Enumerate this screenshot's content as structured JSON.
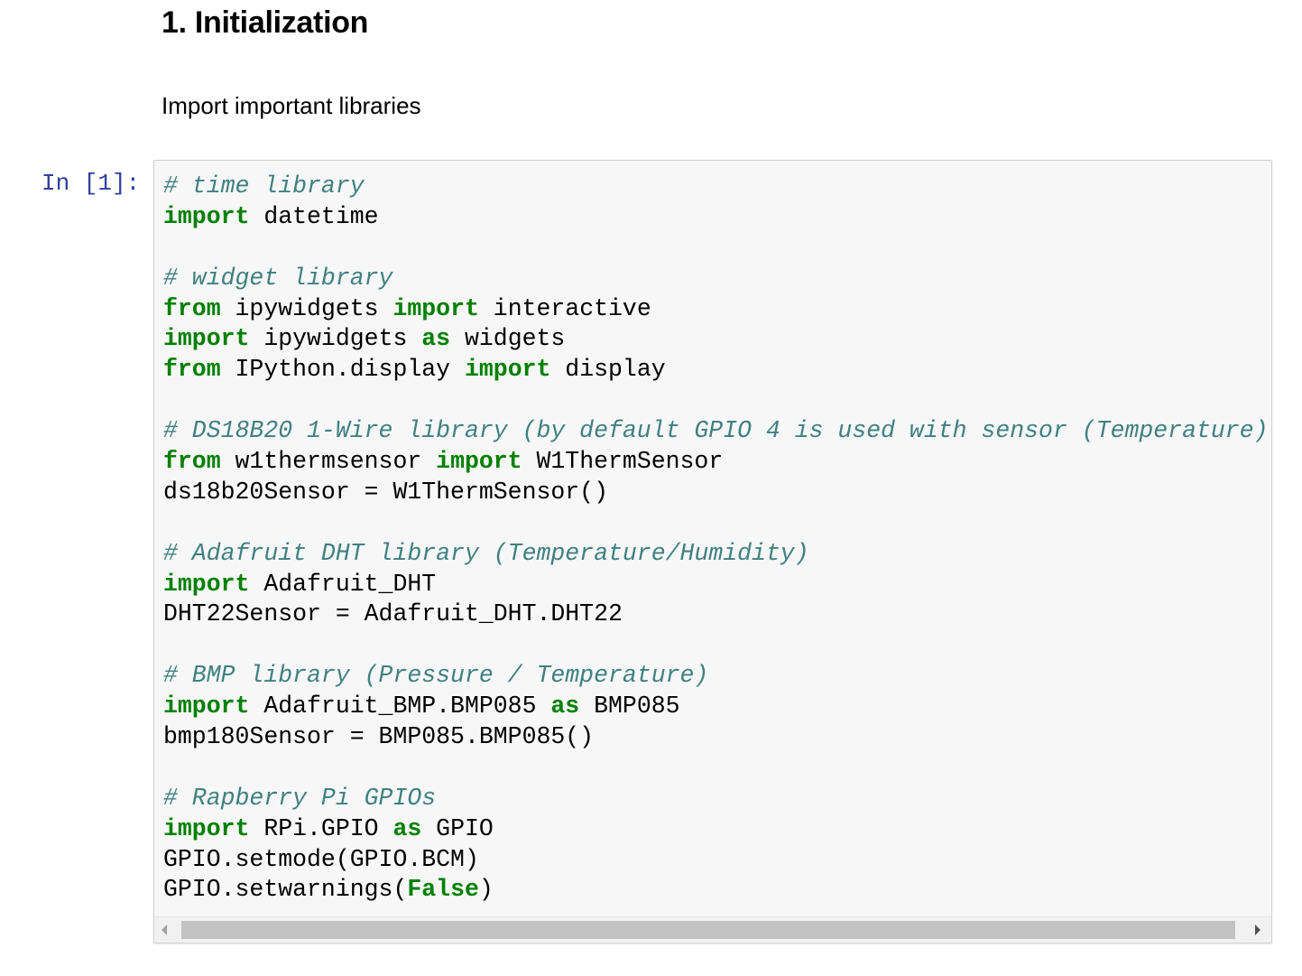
{
  "section": {
    "heading": "1. Initialization",
    "description": "Import important libraries"
  },
  "cell": {
    "prompt": "In [1]:",
    "colors": {
      "comment": "#408080",
      "keyword": "#008000",
      "prompt": "#303f9f",
      "background": "#f7f7f7"
    },
    "lines": [
      [
        {
          "t": "cm",
          "v": "# time library"
        }
      ],
      [
        {
          "t": "kw",
          "v": "import"
        },
        {
          "t": "n",
          "v": " datetime"
        }
      ],
      [],
      [
        {
          "t": "cm",
          "v": "# widget library"
        }
      ],
      [
        {
          "t": "kw",
          "v": "from"
        },
        {
          "t": "n",
          "v": " ipywidgets "
        },
        {
          "t": "kw",
          "v": "import"
        },
        {
          "t": "n",
          "v": " interactive"
        }
      ],
      [
        {
          "t": "kw",
          "v": "import"
        },
        {
          "t": "n",
          "v": " ipywidgets "
        },
        {
          "t": "kw",
          "v": "as"
        },
        {
          "t": "n",
          "v": " widgets"
        }
      ],
      [
        {
          "t": "kw",
          "v": "from"
        },
        {
          "t": "n",
          "v": " IPython.display "
        },
        {
          "t": "kw",
          "v": "import"
        },
        {
          "t": "n",
          "v": " display"
        }
      ],
      [],
      [
        {
          "t": "cm",
          "v": "# DS18B20 1-Wire library (by default GPIO 4 is used with sensor (Temperature)"
        }
      ],
      [
        {
          "t": "kw",
          "v": "from"
        },
        {
          "t": "n",
          "v": " w1thermsensor "
        },
        {
          "t": "kw",
          "v": "import"
        },
        {
          "t": "n",
          "v": " W1ThermSensor"
        }
      ],
      [
        {
          "t": "n",
          "v": "ds18b20Sensor = W1ThermSensor()"
        }
      ],
      [],
      [
        {
          "t": "cm",
          "v": "# Adafruit DHT library (Temperature/Humidity)"
        }
      ],
      [
        {
          "t": "kw",
          "v": "import"
        },
        {
          "t": "n",
          "v": " Adafruit_DHT"
        }
      ],
      [
        {
          "t": "n",
          "v": "DHT22Sensor = Adafruit_DHT.DHT22"
        }
      ],
      [],
      [
        {
          "t": "cm",
          "v": "# BMP library (Pressure / Temperature)"
        }
      ],
      [
        {
          "t": "kw",
          "v": "import"
        },
        {
          "t": "n",
          "v": " Adafruit_BMP.BMP085 "
        },
        {
          "t": "kw",
          "v": "as"
        },
        {
          "t": "n",
          "v": " BMP085"
        }
      ],
      [
        {
          "t": "n",
          "v": "bmp180Sensor = BMP085.BMP085()"
        }
      ],
      [],
      [
        {
          "t": "cm",
          "v": "# Rapberry Pi GPIOs"
        }
      ],
      [
        {
          "t": "kw",
          "v": "import"
        },
        {
          "t": "n",
          "v": " RPi.GPIO "
        },
        {
          "t": "kw",
          "v": "as"
        },
        {
          "t": "n",
          "v": " GPIO"
        }
      ],
      [
        {
          "t": "n",
          "v": "GPIO.setmode(GPIO.BCM)"
        }
      ],
      [
        {
          "t": "n",
          "v": "GPIO.setwarnings("
        },
        {
          "t": "kw",
          "v": "False"
        },
        {
          "t": "n",
          "v": ")"
        }
      ]
    ]
  },
  "scrollbar": {
    "left_arrow": "scroll-left-icon",
    "right_arrow": "scroll-right-icon"
  }
}
